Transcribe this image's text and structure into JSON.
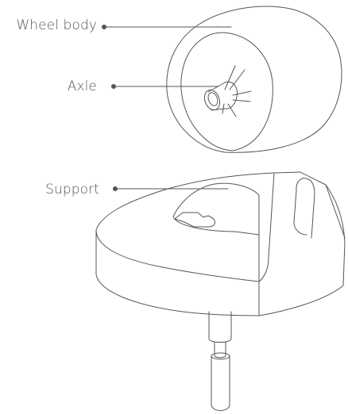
{
  "labels": {
    "wheel_body": "Wheel body",
    "axle": "Axle",
    "support": "Support"
  },
  "colors": {
    "line": "#555555",
    "leader": "#555555",
    "dot": "#555555",
    "background": "#ffffff"
  }
}
